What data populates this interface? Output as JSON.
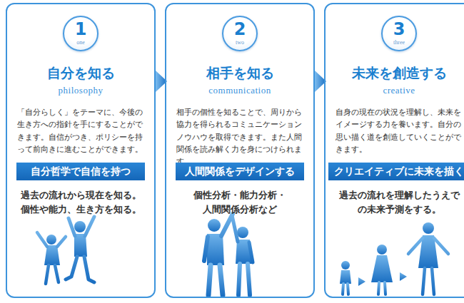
{
  "diagram": {
    "nodes": [
      {
        "text": [
          "自分を知る",
          "philosophy",
          "「自分らしく」をテーマに、今後の生き方への指針を手にすることができます。自信がつき、ポリシーを持って前向きに進むことができます。",
          "過去の流れから現在を知る。 個性や能力、生き方を知る。"
        ]
      },
      {
        "text": [
          "1",
          "one"
        ],
        "in": 0
      },
      {
        "text": [
          "自分哲学で自信を持つ"
        ],
        "in": 0
      },
      {
        "text": [
          "相手を知る",
          "communication",
          "相手の個性を知ることで、周りから協力を得られるコミュニケーションノウハウを取得できます。また人間関係を読み解く力を身につけられます。",
          "個性分析・能力分析・ 人間関係分析など"
        ]
      },
      {
        "text": [
          "2",
          "two"
        ],
        "in": 3
      },
      {
        "text": [
          "人間関係をデザインする"
        ],
        "in": 3
      },
      {
        "text": [
          "未来を創造する",
          "creative",
          "自身の現在の状況を理解し、未来をイメージする力を養います。自分の思い描く道を創造していくことができます。",
          "過去の流れを理解したうえで の未来予測をする。"
        ]
      },
      {
        "text": [
          "3",
          "three"
        ],
        "in": 6
      },
      {
        "text": [
          "クリエイティブに未来を描く"
        ],
        "in": 6
      }
    ],
    "edges": [
      {
        "from": 0,
        "to": 3,
        "arrow": "to"
      },
      {
        "from": 3,
        "to": 6,
        "arrow": "to"
      }
    ]
  }
}
